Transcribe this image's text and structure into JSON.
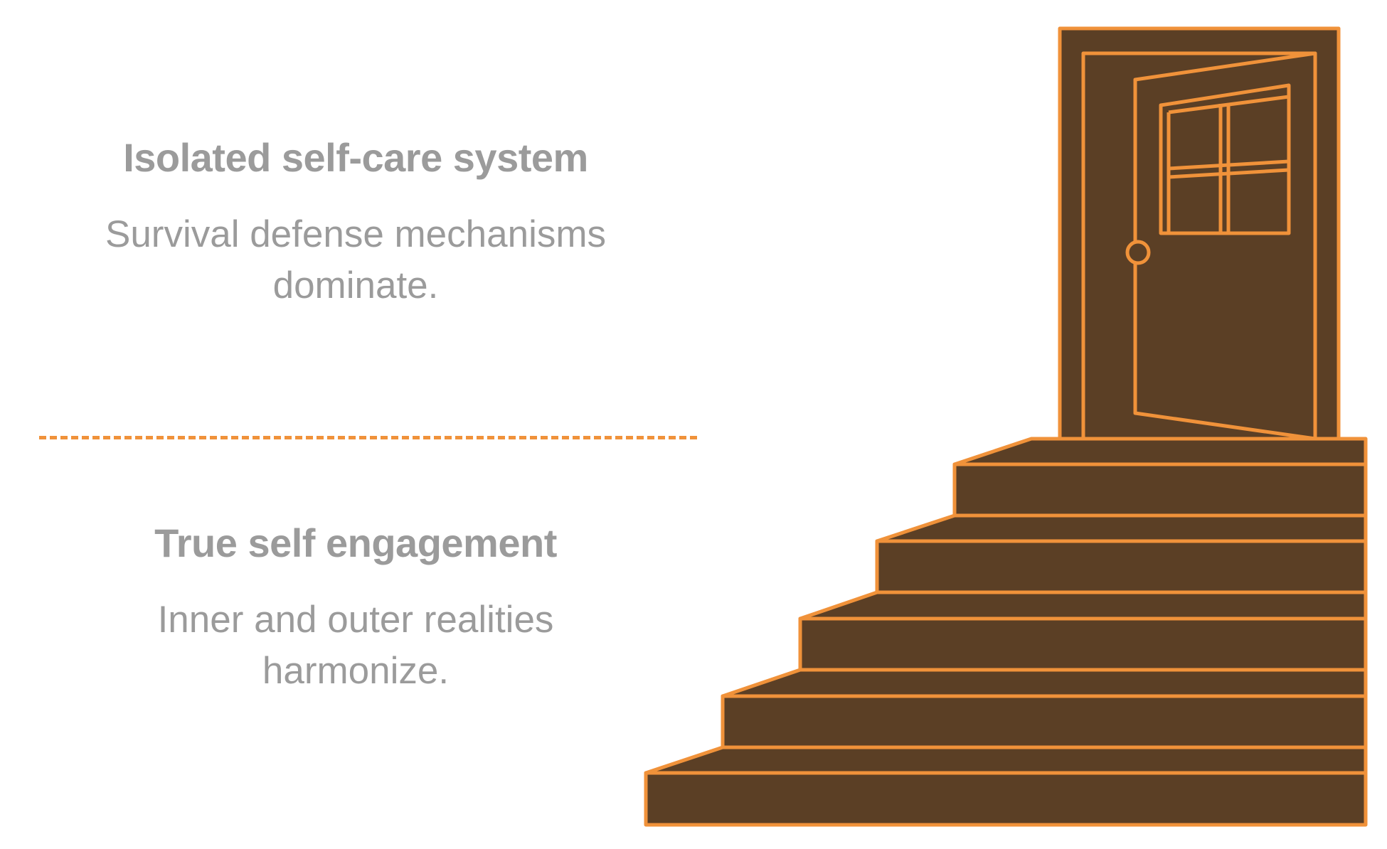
{
  "sections": [
    {
      "title": "Isolated self-care system",
      "description_lines": [
        "Survival defense mechanisms",
        "dominate."
      ]
    },
    {
      "title": "True self engagement",
      "description_lines": [
        "Inner and outer realities",
        "harmonize."
      ]
    }
  ],
  "colors": {
    "text": "#9b9b9b",
    "stroke": "#f0923a",
    "fill": "#5b3f25",
    "divider": "#f0923a"
  },
  "icons": [
    "door-icon",
    "staircase-icon"
  ]
}
